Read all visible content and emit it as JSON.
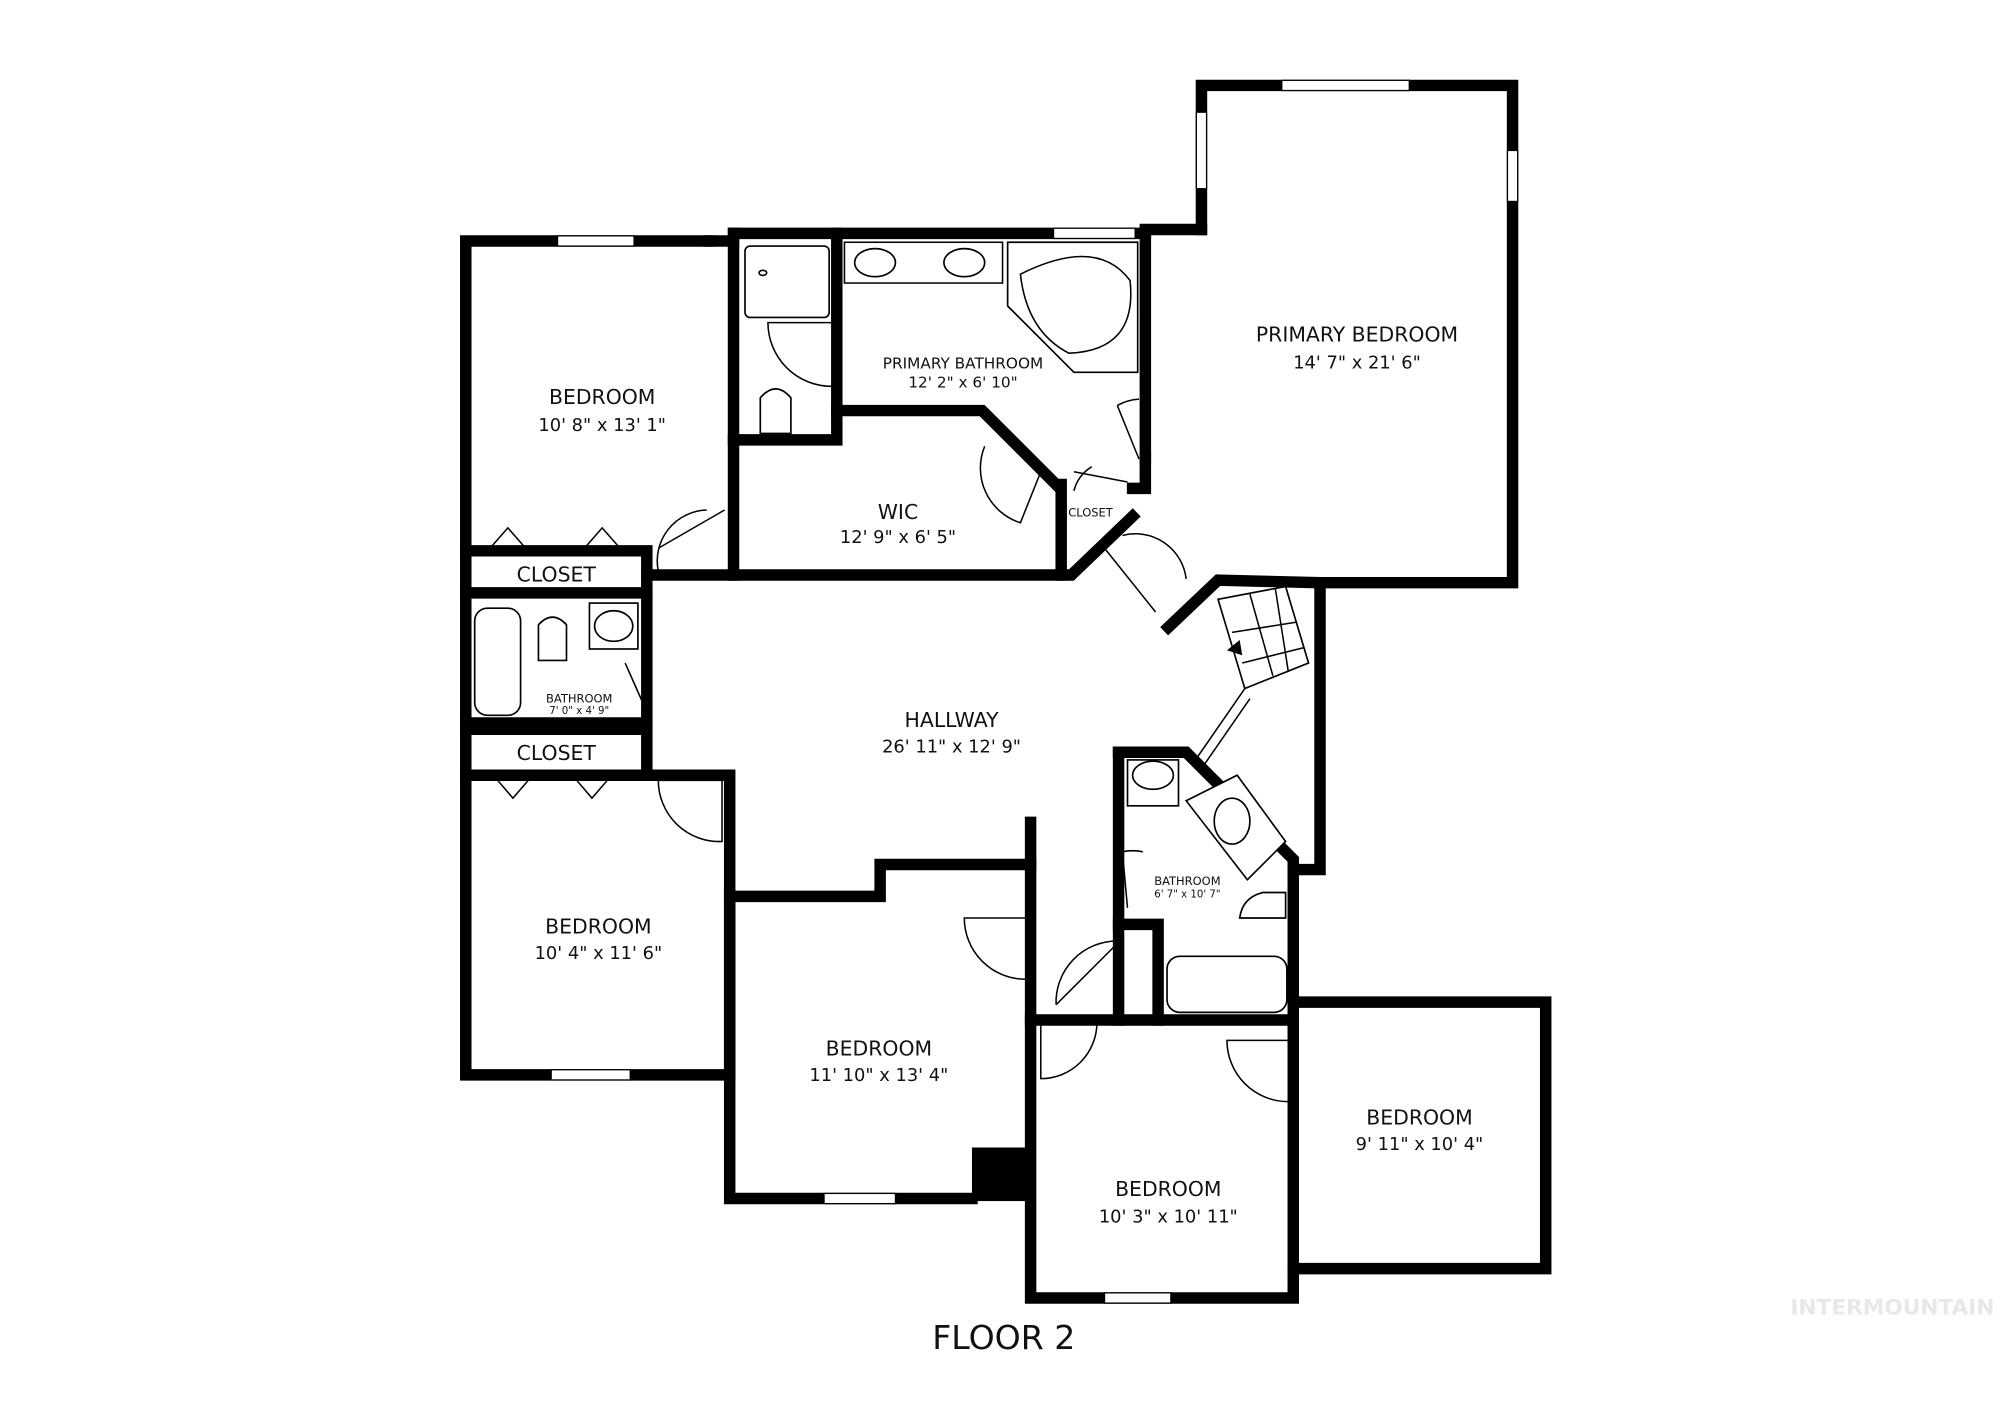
{
  "floor_label": "FLOOR 2",
  "watermark": "INTERMOUNTAIN",
  "rooms": [
    {
      "id": "bedroom-nw",
      "name": "BEDROOM",
      "dims": "10' 8\" x 13' 1\""
    },
    {
      "id": "primary-bathroom",
      "name": "PRIMARY BATHROOM",
      "dims": "12' 2\" x 6' 10\""
    },
    {
      "id": "primary-bedroom",
      "name": "PRIMARY BEDROOM",
      "dims": "14' 7\" x 21' 6\""
    },
    {
      "id": "wic",
      "name": "WIC",
      "dims": "12' 9\" x 6' 5\""
    },
    {
      "id": "closet-small",
      "name": "CLOSET",
      "dims": ""
    },
    {
      "id": "closet-upper",
      "name": "CLOSET",
      "dims": ""
    },
    {
      "id": "bathroom-west",
      "name": "BATHROOM",
      "dims": "7' 0\" x 4' 9\""
    },
    {
      "id": "closet-lower",
      "name": "CLOSET",
      "dims": ""
    },
    {
      "id": "hallway",
      "name": "HALLWAY",
      "dims": "26' 11\" x 12' 9\""
    },
    {
      "id": "bathroom-east",
      "name": "BATHROOM",
      "dims": "6' 7\" x 10' 7\""
    },
    {
      "id": "bedroom-sw",
      "name": "BEDROOM",
      "dims": "10' 4\" x 11' 6\""
    },
    {
      "id": "bedroom-s",
      "name": "BEDROOM",
      "dims": "11' 10\" x 13' 4\""
    },
    {
      "id": "bedroom-sse",
      "name": "BEDROOM",
      "dims": "10' 3\" x 10' 11\""
    },
    {
      "id": "bedroom-se",
      "name": "BEDROOM",
      "dims": "9' 11\" x 10' 4\""
    }
  ]
}
